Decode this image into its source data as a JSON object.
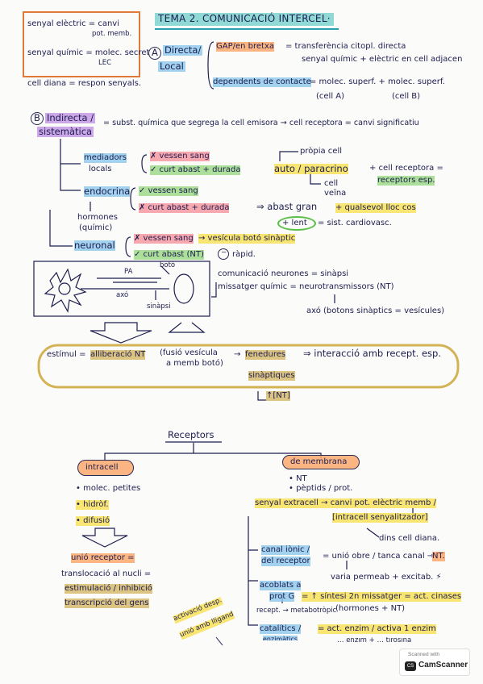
{
  "title": "TEMA 2. COMUNICACIÓ INTERCEL·",
  "legend": {
    "l1": "senyal elèctric = canvi",
    "l1b": "pot. memb.",
    "l2": "senyal químic = molec. secret",
    "l2b": "LEC",
    "l3": "cell diana = respon senyals."
  },
  "directa": {
    "letter": "A",
    "label1": "Directa/",
    "label2": "Local",
    "gap": "GAP/en bretxa",
    "gap_def": "= transferència citopl. directa",
    "gap_def2": "senyal químic + elèctric en cell adjacen",
    "contacte": "dependents de contacte",
    "contacte_def": "= molec. superf. + molec. superf.",
    "cellA": "(cell A)",
    "cellB": "(cell B)"
  },
  "indirecta": {
    "letter": "B",
    "label1": "Indirecta /",
    "label2": "sistemàtica",
    "def": "= subst. química que segrega la cell emisora → cell receptora = canvi significatiu",
    "mediadors1": "mediadors",
    "mediadors2": "locals",
    "m_x": "✗ vessen sang",
    "m_check": "✓ curt abast + durada",
    "propia": "pròpia cell",
    "autopara": "auto / paracrino",
    "cell_receptora": "+ cell receptora =",
    "receptors_esp": "receptors esp.",
    "cell_veina1": "cell",
    "cell_veina2": "veïna",
    "endocrina": "endocrina",
    "e_check": "✓ vessen sang",
    "e_x": "✗ curt abast + durada",
    "abast_gran": "⇒ abast gran",
    "qualsevol": "+ qualsevol lloc cos",
    "lent": "+ lent",
    "sist": "= sist. cardiovasc.",
    "hormones1": "hormones",
    "hormones2": "(químic)",
    "neuronal": "neuronal",
    "n_x": "✗ vessen sang",
    "vesicula": "→ vesícula botó sinàptic",
    "n_check": "✓ curt abast (NT)",
    "rapid": "ràpid.",
    "minus": "−"
  },
  "neuron": {
    "pa": "PA",
    "boto": "botó",
    "axo": "axó",
    "sinapsi": "sinàpsi",
    "com1": "comunicació neurones = sinàpsi",
    "com2": "missatger químic = neurotransmissors (NT)",
    "axo_def": "axó (botons sinàptics = vesícules)"
  },
  "estimul": {
    "start": "estímul =",
    "alliberacio": "alliberació NT",
    "fusio1": "(fusió vesícula",
    "fusio2": "a memb botó)",
    "arrow": "→",
    "fenedures": "fenedures",
    "interaccio": "⇒ interacció amb recept. esp.",
    "sinaptiques": "sinàptiques",
    "nt": "↑[NT]"
  },
  "receptors": {
    "title": "Receptors",
    "intracell": "intracell",
    "i1": "• molec. petites",
    "i2": "• hidròf.",
    "i3": "• difusió",
    "unio": "unió receptor =",
    "translocacio": "translocació al nucli =",
    "estimulacio": "estimulació / inhibició",
    "transcripcio": "transcripció del gens",
    "membrana": "de membrana",
    "m1": "• NT",
    "m2": "• pèptids / prot.",
    "senyal": "senyal extracell → canvi pot. elèctric memb /",
    "intracell_sen": "[intracell senyalitzador]",
    "dins": "dins cell diana.",
    "canal1": "canal iònic /",
    "canal2": "del receptor",
    "unio_obre": "= unió obre / tanca canal →",
    "nt_badge": "NT.",
    "varia": "varia permeab + excitab. ⚡",
    "acoblats1": "acoblats a",
    "acoblats2": "prot G",
    "sintesi": "= ↑ síntesi 2n missatger = act. cinases",
    "hormones_nt": "(hormones + NT)",
    "recept_meta": "recept. → metabotròpic",
    "catalitics1": "catalítics /",
    "catalitics2": "enzimàtics",
    "act_enzim": "= act. enzim / activa 1 enzim",
    "trunc": "… enzim + … tirosina",
    "activacio1": "activació desp.",
    "activacio2": "unió amb lligand"
  },
  "badge": {
    "top": "Scanned with",
    "logo": "CS",
    "name": "CamScanner"
  }
}
